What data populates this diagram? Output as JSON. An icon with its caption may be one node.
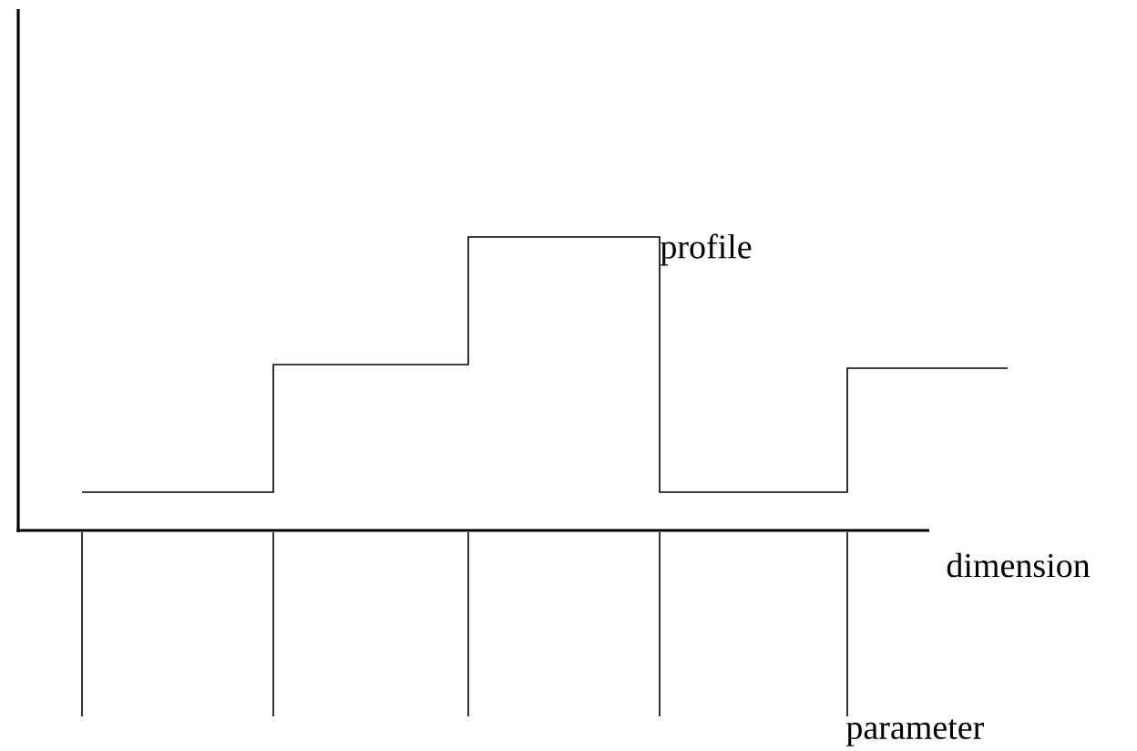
{
  "diagram": {
    "labels": [
      "profile",
      "dimension",
      "parameter"
    ]
  }
}
